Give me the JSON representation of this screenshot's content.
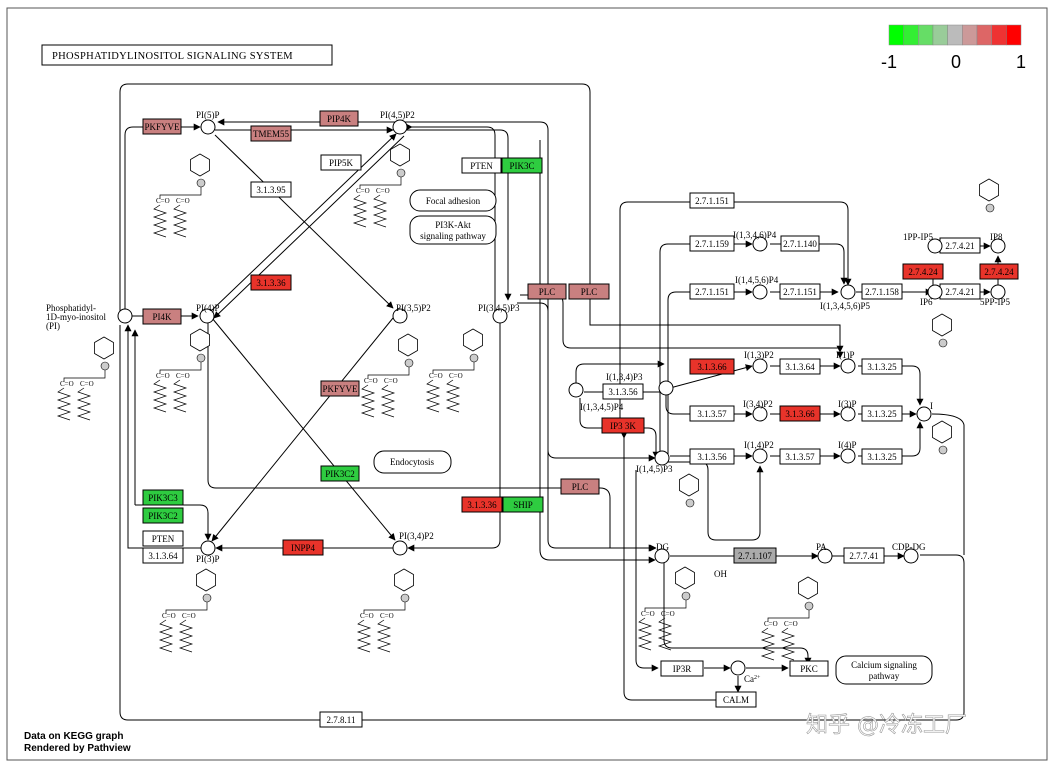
{
  "title": "PHOSPHATIDYLINOSITOL SIGNALING SYSTEM",
  "legend": {
    "colors": [
      "#00ff00",
      "#33ee33",
      "#66dd66",
      "#99cc99",
      "#bbbbbb",
      "#cc9999",
      "#dd6666",
      "#ee3333",
      "#ff0000"
    ],
    "labels": [
      "-1",
      "0",
      "1"
    ]
  },
  "credits": [
    "Data on KEGG graph",
    "Rendered by Pathview"
  ],
  "watermark": "知乎 @冷冻工厂",
  "node_colors": {
    "white": "#ffffff",
    "pink": "#c98080",
    "red": "#e8332a",
    "green": "#2ecc40",
    "gray": "#aaaaaa"
  },
  "gene_nodes": [
    {
      "label": "PKFYVE",
      "color": "pink"
    },
    {
      "label": "TMEM55",
      "color": "pink"
    },
    {
      "label": "PIP4K",
      "color": "pink"
    },
    {
      "label": "PIP5K",
      "color": "white"
    },
    {
      "label": "3.1.3.95",
      "color": "white"
    },
    {
      "label": "PTEN",
      "color": "white"
    },
    {
      "label": "PIK3C",
      "color": "green"
    },
    {
      "label": "3.1.3.36",
      "color": "red"
    },
    {
      "label": "PI4K",
      "color": "pink"
    },
    {
      "label": "PLC",
      "color": "pink"
    },
    {
      "label": "PLC",
      "color": "pink"
    },
    {
      "label": "PKFYVE",
      "color": "pink"
    },
    {
      "label": "PIK3C2",
      "color": "green"
    },
    {
      "label": "3.1.3.36",
      "color": "red"
    },
    {
      "label": "SHIP",
      "color": "green"
    },
    {
      "label": "PLC",
      "color": "pink"
    },
    {
      "label": "PIK3C3",
      "color": "green"
    },
    {
      "label": "PIK3C2",
      "color": "green"
    },
    {
      "label": "PTEN",
      "color": "white"
    },
    {
      "label": "3.1.3.64",
      "color": "white"
    },
    {
      "label": "INPP4",
      "color": "red"
    },
    {
      "label": "2.7.1.151",
      "color": "white"
    },
    {
      "label": "2.7.1.159",
      "color": "white"
    },
    {
      "label": "2.7.1.140",
      "color": "white"
    },
    {
      "label": "2.7.1.151",
      "color": "white"
    },
    {
      "label": "2.7.1.151",
      "color": "white"
    },
    {
      "label": "2.7.1.158",
      "color": "white"
    },
    {
      "label": "2.7.4.21",
      "color": "white"
    },
    {
      "label": "2.7.4.24",
      "color": "red"
    },
    {
      "label": "2.7.4.24",
      "color": "red"
    },
    {
      "label": "2.7.4.21",
      "color": "white"
    },
    {
      "label": "3.1.3.66",
      "color": "red"
    },
    {
      "label": "3.1.3.64",
      "color": "white"
    },
    {
      "label": "3.1.3.25",
      "color": "white"
    },
    {
      "label": "3.1.3.56",
      "color": "white"
    },
    {
      "label": "3.1.3.57",
      "color": "white"
    },
    {
      "label": "3.1.3.66",
      "color": "red"
    },
    {
      "label": "3.1.3.25",
      "color": "white"
    },
    {
      "label": "IP3 3K",
      "color": "red"
    },
    {
      "label": "3.1.3.56",
      "color": "white"
    },
    {
      "label": "3.1.3.57",
      "color": "white"
    },
    {
      "label": "3.1.3.25",
      "color": "white"
    },
    {
      "label": "2.7.1.107",
      "color": "gray"
    },
    {
      "label": "2.7.7.41",
      "color": "white"
    },
    {
      "label": "IP3R",
      "color": "white"
    },
    {
      "label": "PKC",
      "color": "white"
    },
    {
      "label": "CALM",
      "color": "white"
    },
    {
      "label": "2.7.8.11",
      "color": "white"
    }
  ],
  "pathway_links": [
    "Focal adhesion",
    "PI3K-Akt signaling pathway",
    "Endocytosis",
    "Calcium signaling pathway"
  ],
  "compounds": [
    "PI(5)P",
    "PI(4,5)P2",
    "PI(3,5)P2",
    "PI(3,4,5)P3",
    "PI(4)P",
    "Phosphatidyl-1D-myo-inositol (PI)",
    "PI(3)P",
    "PI(3,4)P2",
    "I(1,3,4,6)P4",
    "I(1,3,4,5,6)P5",
    "I(1,4,5,6)P4",
    "1PP-IP5",
    "IP8",
    "IP6",
    "5PP-IP5",
    "I(1,3,4)P3",
    "I(1,3)P2",
    "I(1)P",
    "I(1,3,4,5)P4",
    "I(3,4)P2",
    "I(3)P",
    "I",
    "I(1,4,5)P3",
    "I(1,4)P2",
    "I(4)P",
    "DG",
    "PA",
    "CDP-DG",
    "OH",
    "Ca2+"
  ]
}
